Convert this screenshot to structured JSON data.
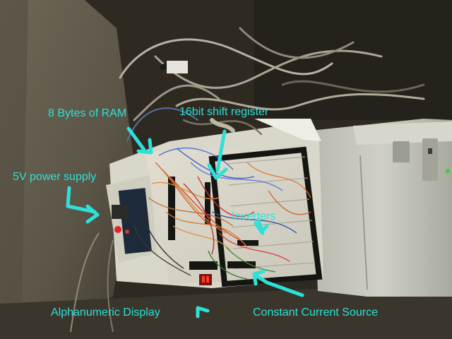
{
  "annotation_color": "#2de0d8",
  "labels": {
    "ram": "8 Bytes of RAM",
    "shift_register": "16bit shift register",
    "power_supply": "5V power supply",
    "inverters": "Inverters",
    "display": "Alphanumeric Display",
    "current_source": "Constant Current Source"
  }
}
